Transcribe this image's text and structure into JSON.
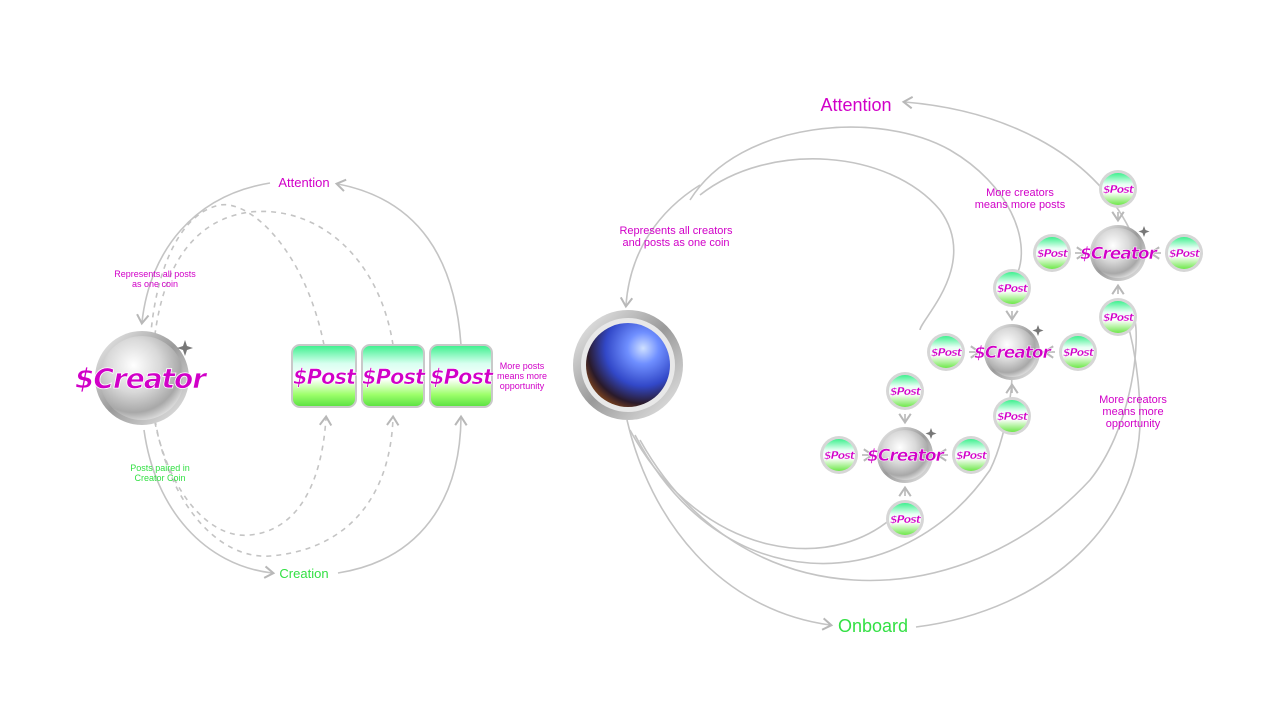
{
  "colors": {
    "magenta": "#d100c8",
    "green": "#33e044",
    "arrow": "#bdbdbd"
  },
  "left": {
    "attention": "Attention",
    "creation": "Creation",
    "represents": [
      "Represents all posts",
      "as one coin"
    ],
    "paired": [
      "Posts paired in",
      "Creator Coin"
    ],
    "more_posts": [
      "More posts",
      "means more",
      "opportunity"
    ],
    "creator_coin": "$Creator",
    "post_tiles": [
      "$Post",
      "$Post",
      "$Post"
    ]
  },
  "right": {
    "attention": "Attention",
    "onboard": "Onboard",
    "represents": [
      "Represents all creators",
      "and posts as one coin"
    ],
    "more_creators_posts": [
      "More creators",
      "means more posts"
    ],
    "more_creators_opportunity": [
      "More creators",
      "means more",
      "opportunity"
    ],
    "hub_icon": "blue-sphere-icon",
    "creators": [
      {
        "label": "$Creator",
        "posts": [
          "$Post",
          "$Post",
          "$Post",
          "$Post"
        ]
      },
      {
        "label": "$Creator",
        "posts": [
          "$Post",
          "$Post",
          "$Post",
          "$Post"
        ]
      },
      {
        "label": "$Creator",
        "posts": [
          "$Post",
          "$Post",
          "$Post",
          "$Post"
        ]
      }
    ]
  }
}
